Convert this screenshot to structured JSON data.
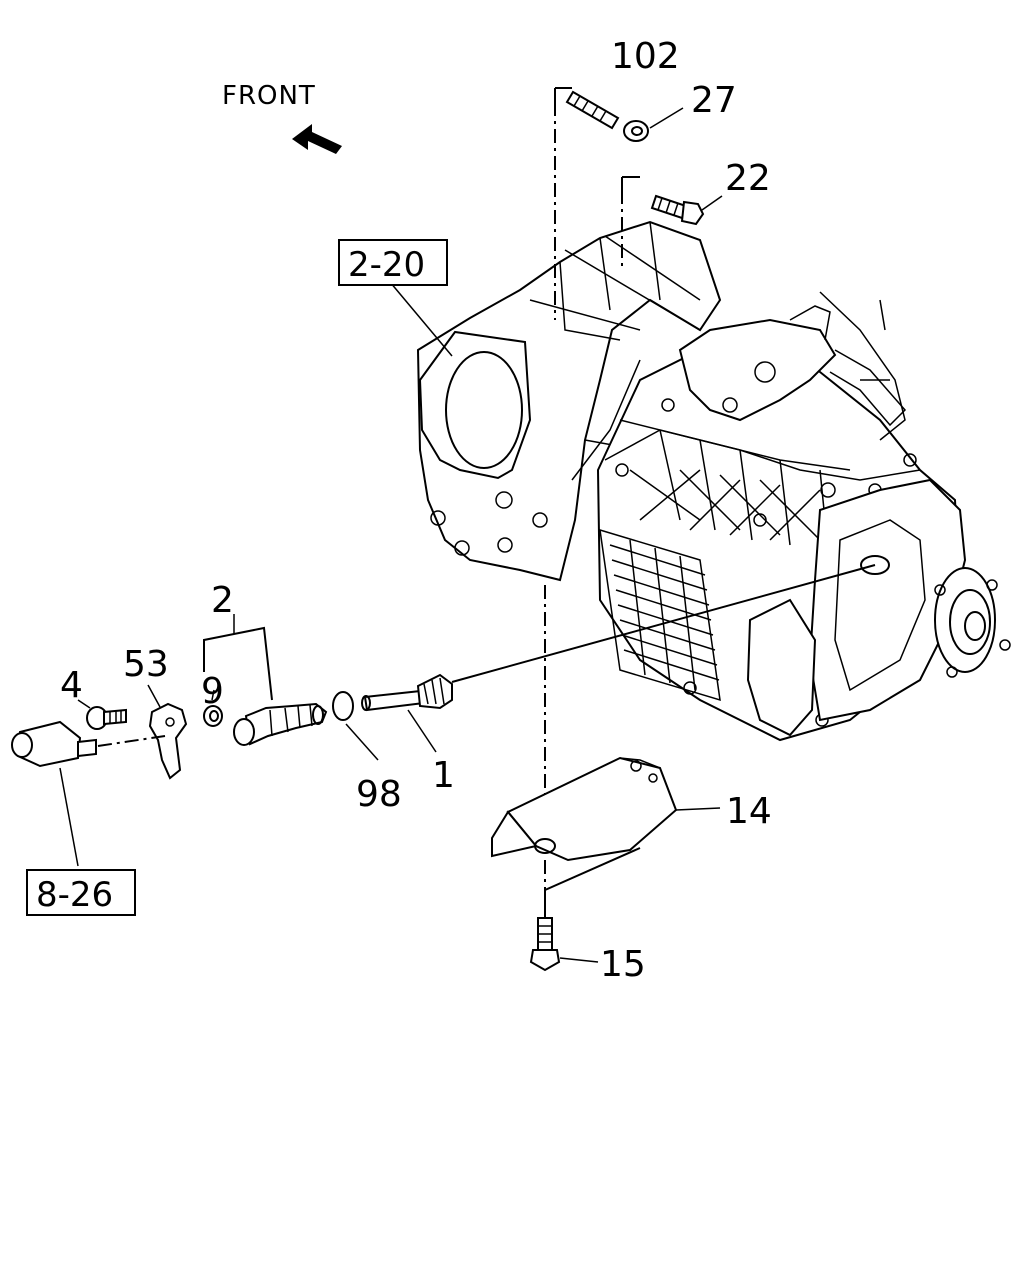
{
  "direction": {
    "label": "FRONT"
  },
  "callouts": {
    "p102": "102",
    "p27": "27",
    "p22": "22",
    "p2": "2",
    "p53": "53",
    "p4": "4",
    "p9": "9",
    "p98": "98",
    "p1": "1",
    "p14": "14",
    "p15": "15"
  },
  "references": {
    "r2_20": "2-20",
    "r8_26": "8-26"
  }
}
